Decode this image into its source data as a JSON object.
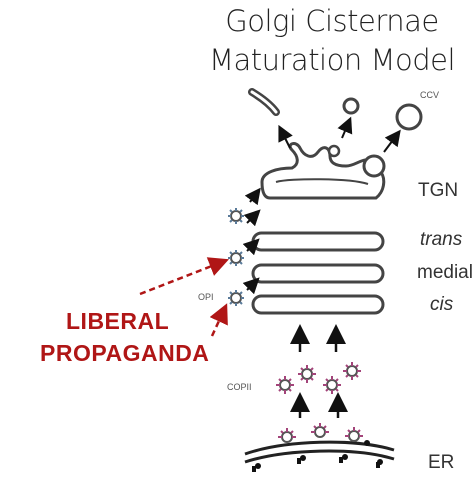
{
  "title": {
    "line1": "Golgi Cisternae",
    "line2": "Maturation Model"
  },
  "labels": {
    "ccv": "CCV",
    "tgn": "TGN",
    "trans": "trans",
    "medial": "medial",
    "cis": "cis",
    "copi": "OPI",
    "copii": "COPII",
    "er": "ER"
  },
  "overlay": {
    "line1": "LIBERAL",
    "line2": "PROPAGANDA",
    "color": "#b01616"
  }
}
